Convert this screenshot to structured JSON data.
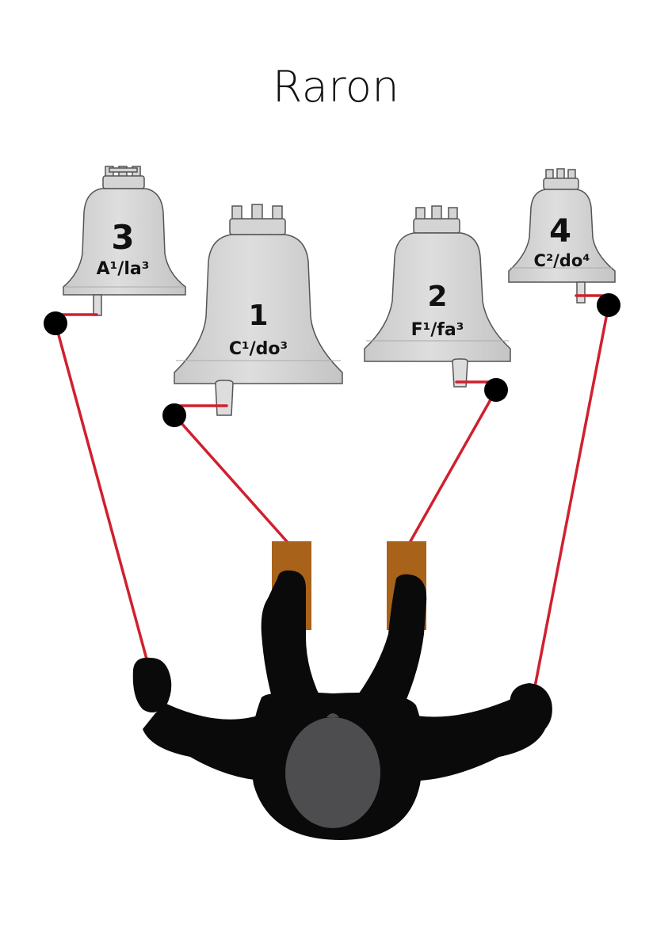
{
  "title": "Raron",
  "bells": [
    {
      "number": "3",
      "note": "A¹/la³"
    },
    {
      "number": "1",
      "note": "C¹/do³"
    },
    {
      "number": "2",
      "note": "F¹/fa³"
    },
    {
      "number": "4",
      "note": "C²/do⁴"
    }
  ],
  "colors": {
    "bell": "#d4d4d4",
    "bell_outline": "#555555",
    "rope": "#d0202e",
    "pedal": "#a8621a",
    "ringer": "#0a0a0a",
    "head": "#4d4d4f"
  }
}
